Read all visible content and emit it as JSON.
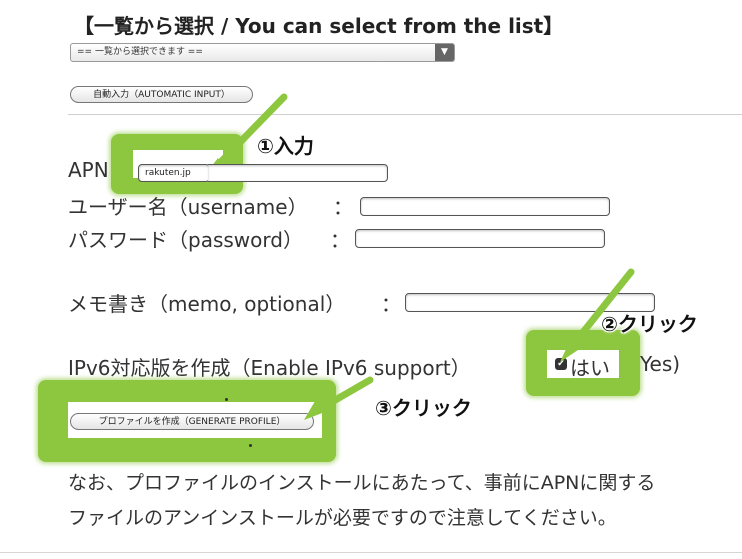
{
  "heading": "【一覧から選択 / You can select from the list】",
  "preset_select": {
    "value": "== 一覧から選択できます =="
  },
  "buttons": {
    "auto_input": "自動入力（AUTOMATIC INPUT）",
    "generate_profile": "プロファイルを作成（GENERATE PROFILE）"
  },
  "fields": {
    "apn": {
      "label": "APN",
      "value": "rakuten.jp"
    },
    "username": {
      "label": "ユーザー名（username）",
      "value": ""
    },
    "password": {
      "label": "パスワード（password）",
      "value": ""
    },
    "memo": {
      "label": "メモ書き（memo, optional）",
      "value": ""
    },
    "colon": "："
  },
  "ipv6": {
    "label": "IPv6対応版を作成（Enable IPv6 support）",
    "checked": true,
    "check_glyph": "✔",
    "option_label": "はい",
    "option_label_en": "Yes)"
  },
  "callouts": {
    "step1": "①入力",
    "step2": "②クリック",
    "step3": "③クリック"
  },
  "notes": {
    "line1": "なお、プロファイルのインストールにあたって、事前にAPNに関する",
    "line2": "ファイルのアンインストールが必要ですので注意してください。"
  },
  "colors": {
    "highlight": "#8dc63f",
    "text": "#333333"
  }
}
